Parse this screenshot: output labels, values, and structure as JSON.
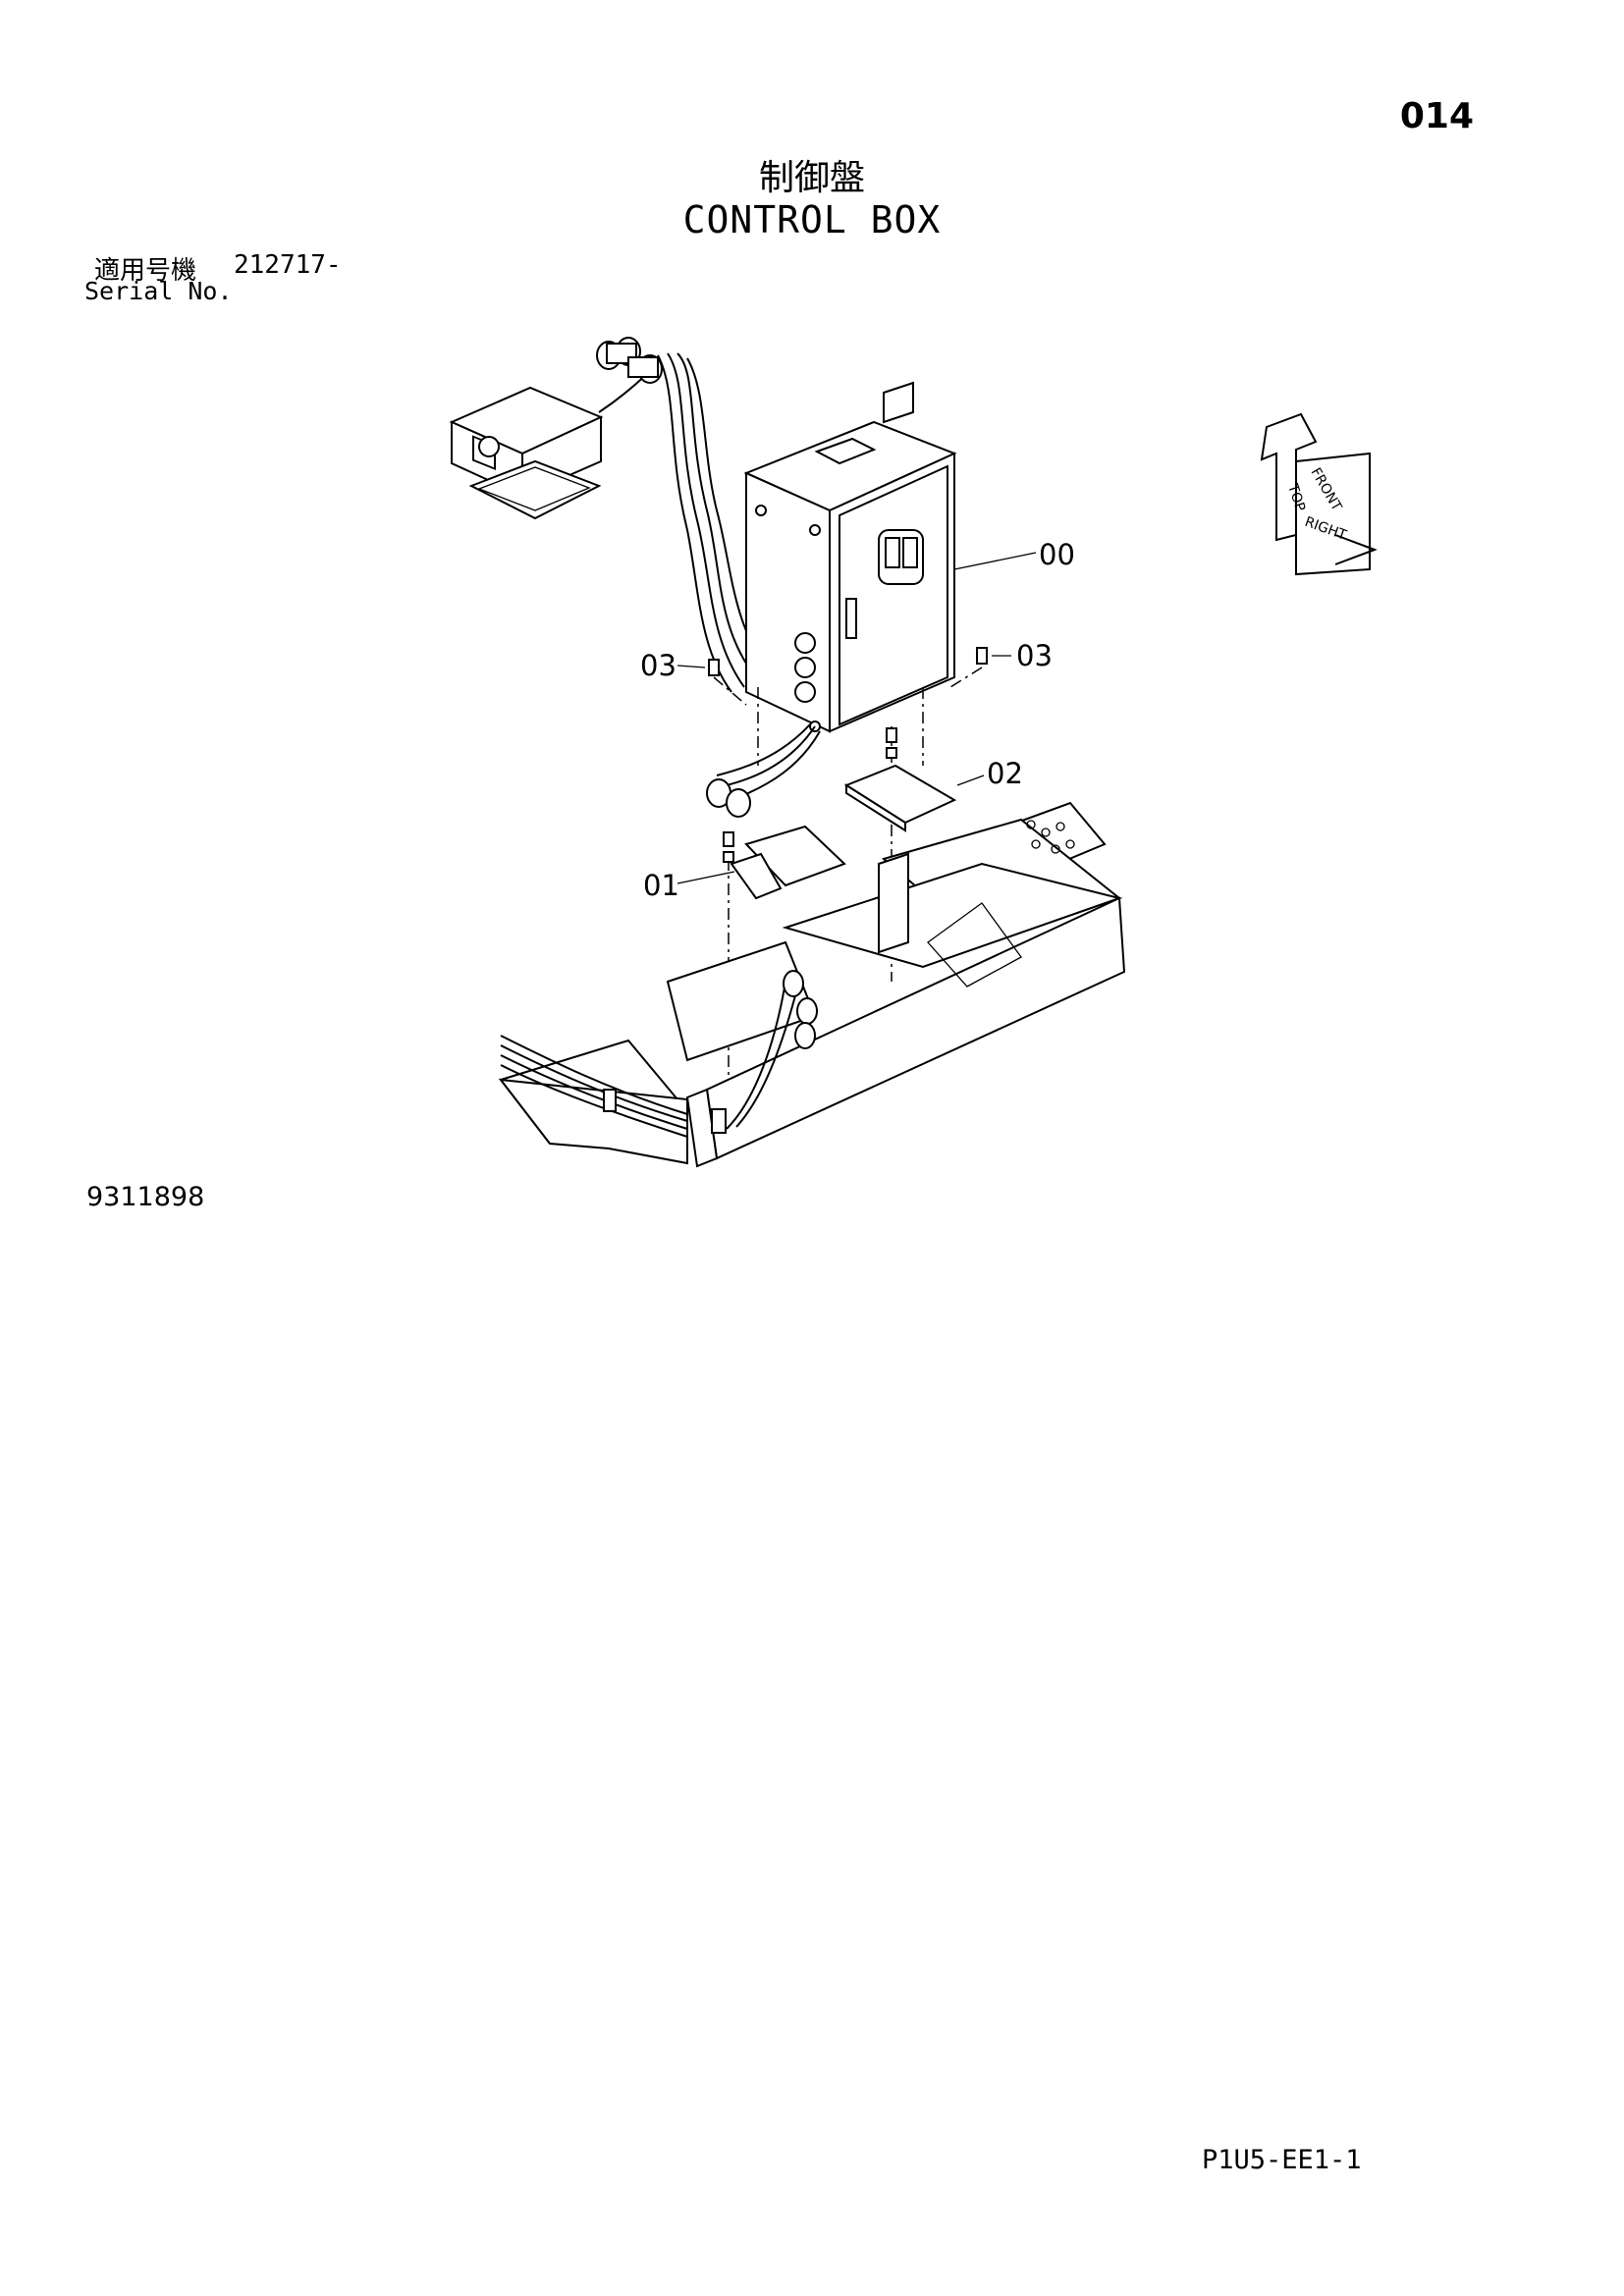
{
  "header": {
    "page_number": "014",
    "title_jp": "制御盤",
    "title_en": "CONTROL BOX"
  },
  "serial": {
    "label_jp": "適用号機",
    "value": "212717-",
    "label_en": "Serial No."
  },
  "drawing": {
    "callouts": {
      "c00": "00",
      "c01": "01",
      "c02": "02",
      "c03_left": "03",
      "c03_right": "03"
    },
    "orientation_labels": {
      "top": "TOP",
      "front": "FRONT",
      "right": "RIGHT"
    }
  },
  "footer": {
    "drawing_number": "9311898",
    "sheet_code": "P1U5-EE1-1"
  }
}
